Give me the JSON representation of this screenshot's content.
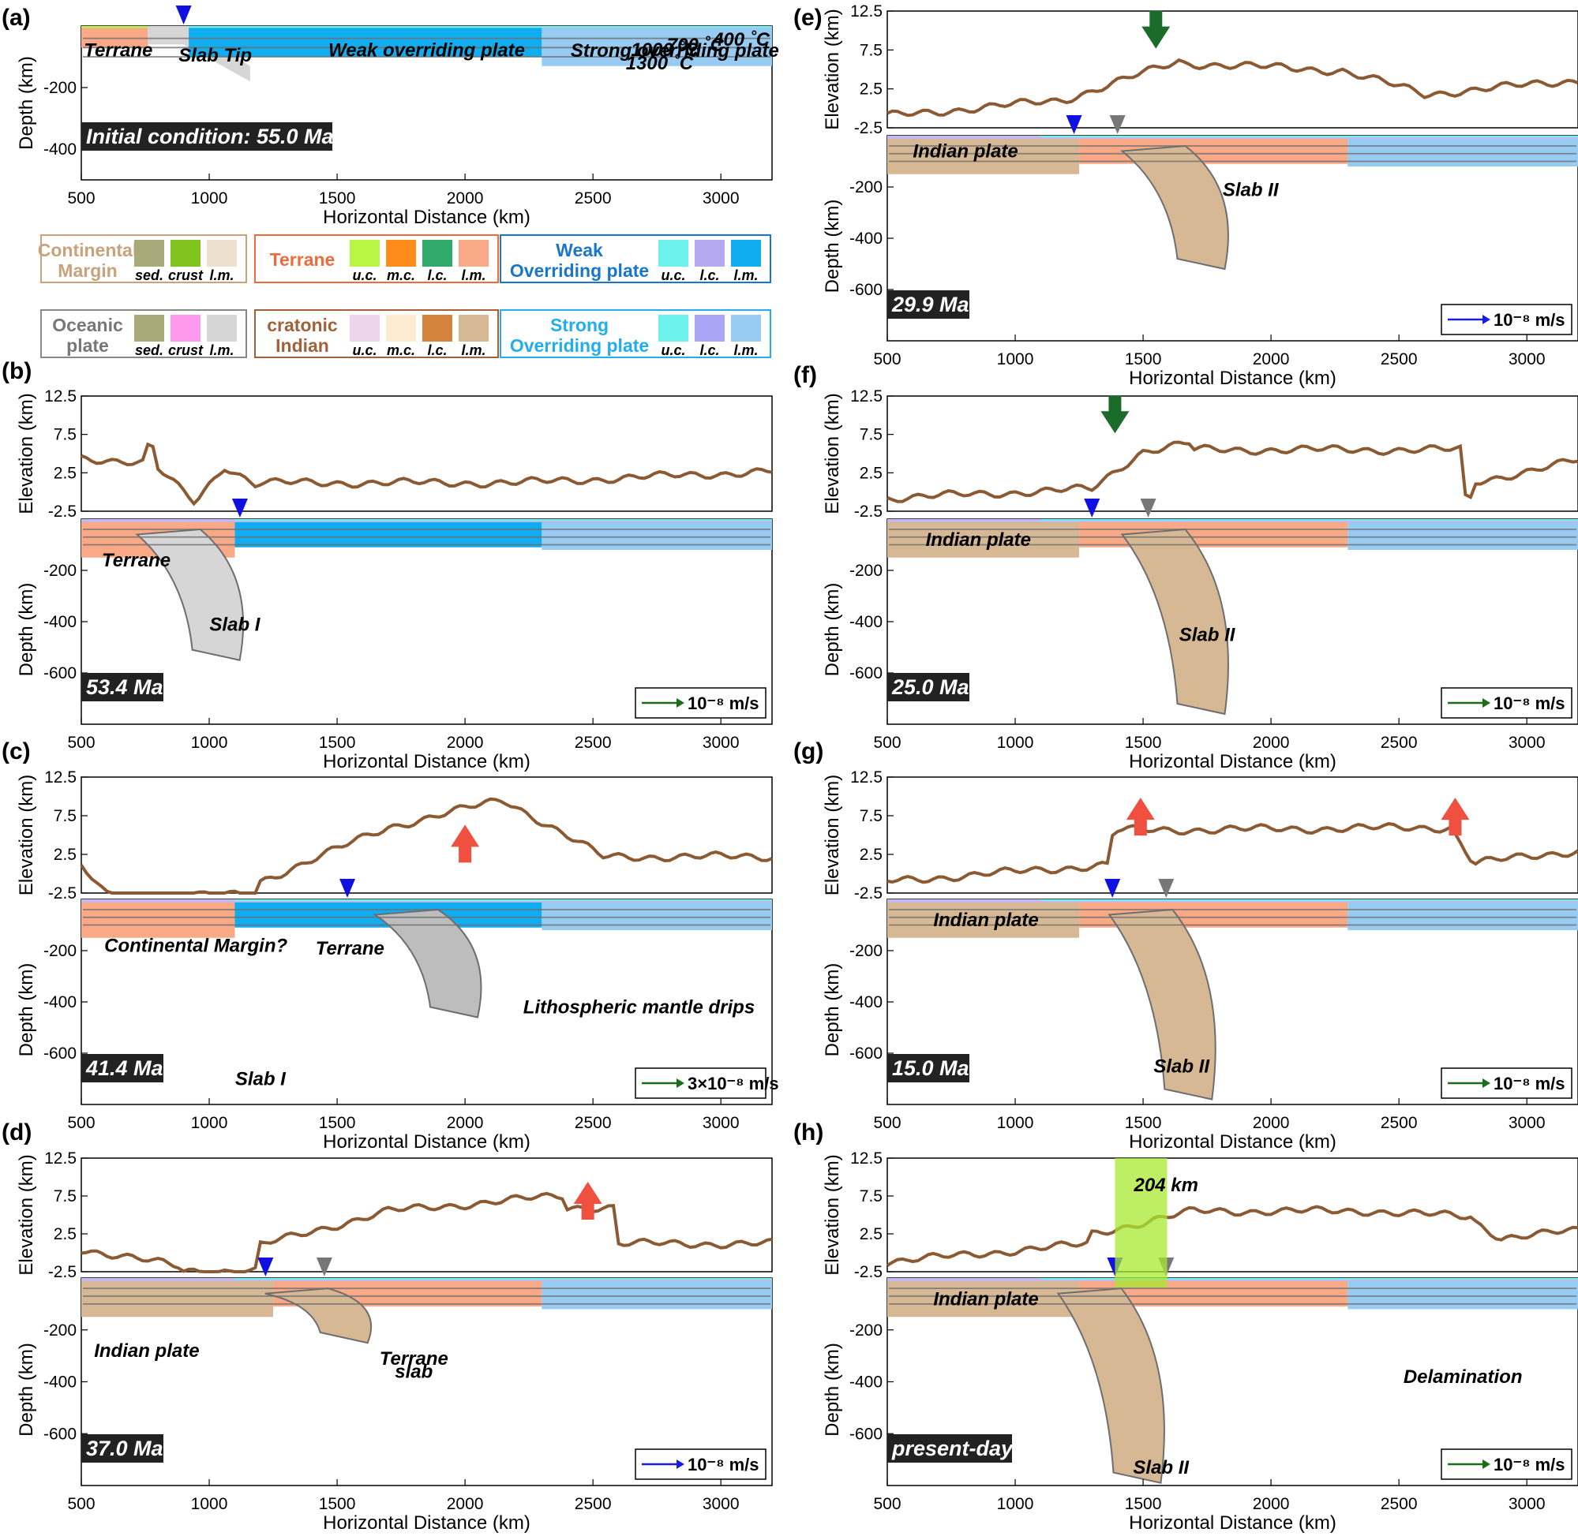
{
  "axis": {
    "x_title": "Horizontal Distance (km)",
    "depth_title": "Depth (km)",
    "elev_title": "Elevation (km)",
    "x_ticks": [
      "500",
      "1000",
      "1500",
      "2000",
      "2500",
      "3000"
    ],
    "elev_ticks": [
      "12.5",
      "7.5",
      "2.5",
      "-2.5"
    ],
    "depth_ticks_full": [
      "-200",
      "-400",
      "-600"
    ],
    "depth_ticks_a": [
      "-200",
      "-400"
    ]
  },
  "panels": [
    {
      "id": "a",
      "letter": "(a)",
      "time": "Initial condition: 55.0 Ma",
      "scale": "",
      "labels": [
        "Terrane",
        "Slab Tip",
        "Weak overriding plate",
        "Strong overriding plate",
        "1300 ˚C",
        "1000 ˚C",
        "700 ˚C",
        "400 ˚C"
      ]
    },
    {
      "id": "b",
      "letter": "(b)",
      "time": "53.4 Ma",
      "scale": "10⁻⁸ m/s",
      "labels": [
        "Terrane",
        "Slab I"
      ]
    },
    {
      "id": "c",
      "letter": "(c)",
      "time": "41.4 Ma",
      "scale": "3×10⁻⁸ m/s",
      "labels": [
        "Continental Margin?",
        "Terrane",
        "Lithospheric mantle drips",
        "Slab I"
      ]
    },
    {
      "id": "d",
      "letter": "(d)",
      "time": "37.0 Ma",
      "scale": "10⁻⁸ m/s",
      "labels": [
        "Indian plate",
        "Terrane",
        "slab"
      ]
    },
    {
      "id": "e",
      "letter": "(e)",
      "time": "29.9 Ma",
      "scale": "10⁻⁸ m/s",
      "labels": [
        "Indian plate",
        "Slab II"
      ]
    },
    {
      "id": "f",
      "letter": "(f)",
      "time": "25.0 Ma",
      "scale": "10⁻⁸ m/s",
      "labels": [
        "Indian plate",
        "Slab II"
      ]
    },
    {
      "id": "g",
      "letter": "(g)",
      "time": "15.0 Ma",
      "scale": "10⁻⁸ m/s",
      "labels": [
        "Indian plate",
        "Slab II"
      ]
    },
    {
      "id": "h",
      "letter": "(h)",
      "time": "present-day",
      "scale": "10⁻⁸ m/s",
      "labels": [
        "Indian plate",
        "Delamination",
        "Slab II",
        "204 km"
      ]
    }
  ],
  "legend": [
    {
      "title_lines": [
        "Continental",
        "Margin"
      ],
      "title_color": "#c8a27a",
      "border": "#c8a27a",
      "swatches": [
        {
          "color": "#a9a97a",
          "label": "sed."
        },
        {
          "color": "#7fc31c",
          "label": "crust"
        },
        {
          "color": "#ede0cf",
          "label": "l.m."
        }
      ]
    },
    {
      "title_lines": [
        "Terrane"
      ],
      "title_color": "#ee6b3b",
      "border": "#ee6b3b",
      "swatches": [
        {
          "color": "#b9f545",
          "label": "u.c."
        },
        {
          "color": "#ff8c1a",
          "label": "m.c."
        },
        {
          "color": "#2faa6a",
          "label": "l.c."
        },
        {
          "color": "#f9a986",
          "label": "l.m."
        }
      ]
    },
    {
      "title_lines": [
        "Weak",
        "Overriding plate"
      ],
      "title_color": "#1a77c8",
      "border": "#1a77c8",
      "swatches": [
        {
          "color": "#6ef2ee",
          "label": "u.c."
        },
        {
          "color": "#b4a8f0",
          "label": "l.c."
        },
        {
          "color": "#10aef0",
          "label": "l.m."
        }
      ]
    },
    {
      "title_lines": [
        "Oceanic",
        "plate"
      ],
      "title_color": "#777777",
      "border": "#888888",
      "swatches": [
        {
          "color": "#a9a97a",
          "label": "sed."
        },
        {
          "color": "#ff99ee",
          "label": "crust"
        },
        {
          "color": "#d6d6d6",
          "label": "l.m."
        }
      ]
    },
    {
      "title_lines": [
        "cratonic",
        "Indian"
      ],
      "title_color": "#a0623a",
      "border": "#a0623a",
      "swatches": [
        {
          "color": "#edd6ec",
          "label": "u.c."
        },
        {
          "color": "#fdebd1",
          "label": "m.c."
        },
        {
          "color": "#d4843c",
          "label": "l.c."
        },
        {
          "color": "#d7b894",
          "label": "l.m."
        }
      ]
    },
    {
      "title_lines": [
        "Strong",
        "Overriding plate"
      ],
      "title_color": "#22aeea",
      "border": "#22aeea",
      "swatches": [
        {
          "color": "#6ef2ee",
          "label": "u.c."
        },
        {
          "color": "#a9a6f5",
          "label": "l.c."
        },
        {
          "color": "#97cbf2",
          "label": "l.m."
        }
      ]
    }
  ],
  "colors": {
    "indian_lm": "#d7b894",
    "terrane_lm": "#f9a986",
    "weak_lm": "#10aef0",
    "strong_lm": "#97cbf2",
    "oceanic_lm": "#d6d6d6",
    "crust_lilac": "#c4b8f0",
    "cyan_crust": "#6ef2ee",
    "lime": "#b9f545",
    "topo_line": "#8b5a33",
    "isotherm": "#6e6e6e",
    "arrow_blue": "#1a1ae6",
    "arrow_green": "#1a6e1a",
    "arrow_red": "#f05040",
    "arrow_darkgreen": "#1b6b2a",
    "marker_blue": "#1010e0",
    "marker_gray": "#777777"
  }
}
